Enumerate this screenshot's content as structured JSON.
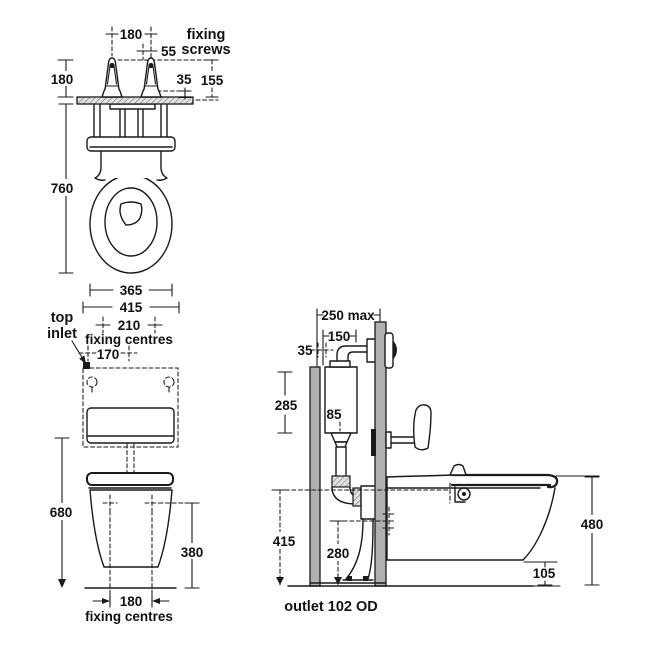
{
  "drawing": {
    "background": "#ffffff",
    "line_color": "#1a1a1a",
    "wall_color": "#b0b0b0",
    "front_view": {
      "fixing_screws_1": "fixing",
      "fixing_screws_2": "screws",
      "screw_centres": "180",
      "screw_offset": "55",
      "bracket_height": "180",
      "rail_gap": "35",
      "screw_height": "155",
      "overall_height": "760",
      "bowl_width": "365",
      "overall_width": "415"
    },
    "cistern_view": {
      "top_inlet_1": "top",
      "top_inlet_2": "inlet",
      "upper_centres": "210",
      "upper_centres_label": "fixing centres",
      "inlet_centres": "170",
      "overall_height": "680",
      "fixing_height": "380",
      "lower_centres": "180",
      "lower_centres_label": "fixing centres"
    },
    "side_view": {
      "duct_depth": "250 max",
      "cistern_depth": "150",
      "wall_gap": "35",
      "cistern_height": "285",
      "pipe_offset": "85",
      "inlet_height": "415",
      "outlet_height": "280",
      "pan_height": "480",
      "floor_gap": "105",
      "outlet_label": "outlet 102 OD"
    }
  }
}
